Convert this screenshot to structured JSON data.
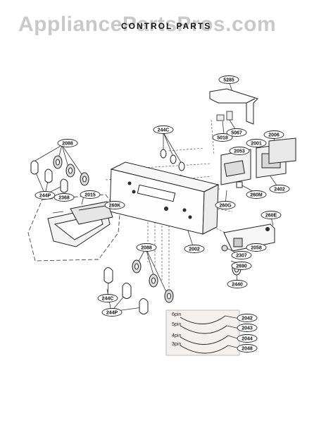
{
  "watermark": "AppliancePartsPros.com",
  "heading": "CONTROL PARTS",
  "callouts": {
    "c5285": "5285",
    "c5018": "5018",
    "c5067": "5067",
    "c244C_top": "244C",
    "c2006": "2006",
    "c2001": "2001",
    "c2053": "2053",
    "c2402": "2402",
    "c260M": "260M",
    "c2088_top": "2088",
    "c2015": "2015",
    "c2368": "2368",
    "c260K": "260K",
    "c244P_top": "244P",
    "c260G": "260G",
    "c2002": "2002",
    "c260E": "260E",
    "c2058": "2058",
    "c2307": "2307",
    "c2690": "2690",
    "c2440": "2440",
    "c2088_mid": "2088",
    "c244C_bottom": "244C",
    "c244P_bottom": "244P",
    "c2042": "2042",
    "c2043": "2043",
    "c2044": "2044",
    "c2048": "2048"
  },
  "harness_labels": {
    "pin6": "6pin",
    "pin5": "5pin",
    "pin4": "4pin",
    "pin3": "3pin"
  }
}
